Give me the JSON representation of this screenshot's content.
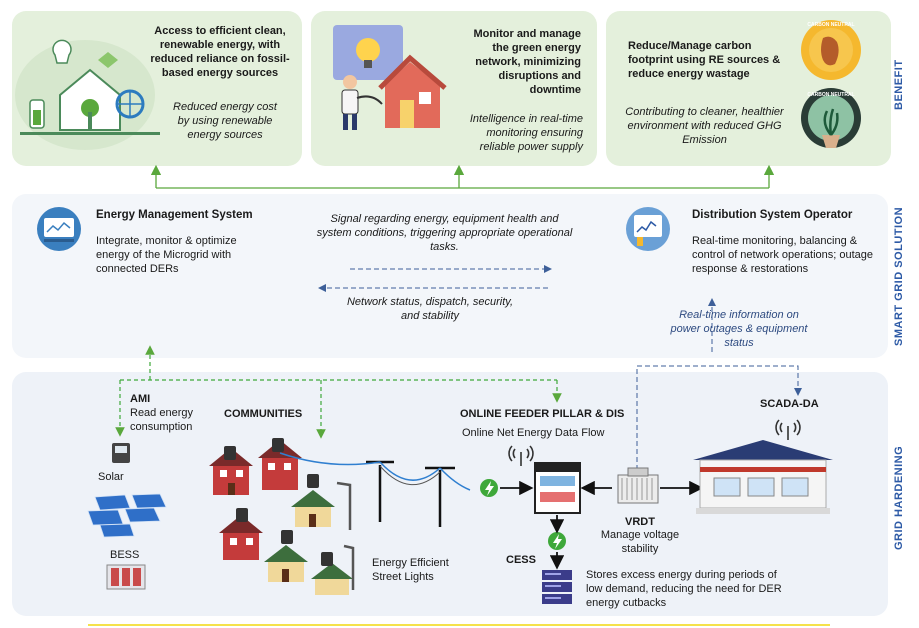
{
  "sections": {
    "benefit": "BENEFIT",
    "smart_grid": "SMART GRID SOLUTION",
    "grid_hardening": "GRID HARDENING"
  },
  "benefits": [
    {
      "title": "Access to efficient clean, renewable energy, with reduced reliance on fossil-based energy sources",
      "desc": "Reduced energy cost by using renewable energy sources"
    },
    {
      "title": "Monitor and manage the green energy network, minimizing disruptions and downtime",
      "desc": "Intelligence in real-time monitoring ensuring reliable power supply"
    },
    {
      "title": "Reduce/Manage carbon footprint using RE sources & reduce energy wastage",
      "desc": "Contributing to cleaner, healthier environment with reduced GHG Emission"
    }
  ],
  "badges": {
    "carbon_neutral_1": "CARBON NEUTRAL",
    "carbon_neutral_2": "CARBON NEUTRAL"
  },
  "ems": {
    "title": "Energy Management System",
    "desc": "Integrate, monitor & optimize energy of the Microgrid with connected DERs"
  },
  "dso": {
    "title": "Distribution System Operator",
    "desc": "Real-time monitoring, balancing & control of network operations; outage response & restorations"
  },
  "signals": {
    "top": "Signal regarding energy,  equipment health and system conditions, triggering appropriate operational tasks.",
    "bottom": "Network status, dispatch, security, and stability",
    "realtime": "Real-time information on power outages & equipment status"
  },
  "hardening": {
    "ami_title": "AMI",
    "ami_desc": "Read energy consumption",
    "communities": "COMMUNITIES",
    "feeder_title": "ONLINE FEEDER PILLAR & DIS",
    "feeder_desc": "Online Net Energy Data Flow",
    "scada": "SCADA-DA",
    "solar": "Solar",
    "bess": "BESS",
    "streetlights": "Energy Efficient Street Lights",
    "cess": "CESS",
    "cess_desc": "Stores excess energy during periods of low demand, reducing the need for DER energy cutbacks",
    "vrdt_title": "VRDT",
    "vrdt_desc": "Manage voltage stability"
  },
  "colors": {
    "accent_blue": "#2d5aa6",
    "green_line": "#5aa83c",
    "benefit_bg": "#e4f0dc"
  }
}
